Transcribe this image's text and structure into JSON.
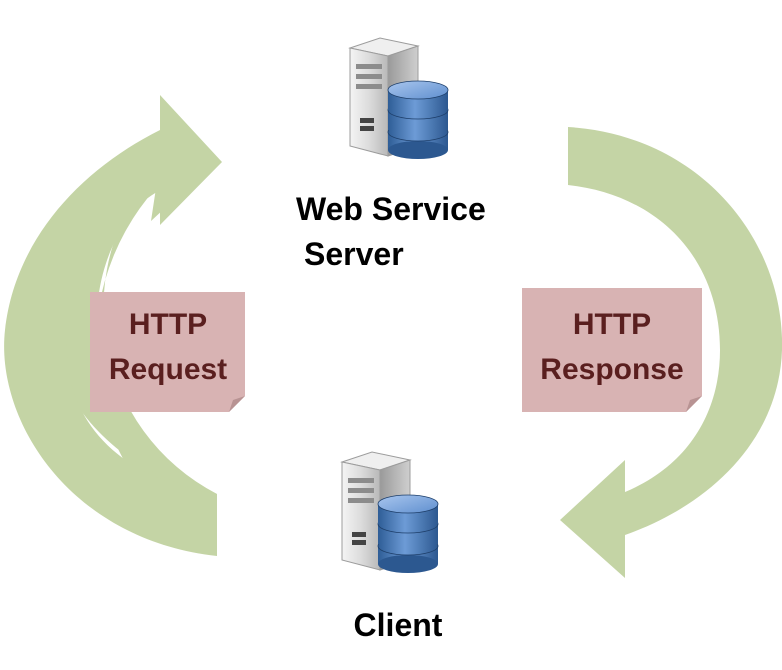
{
  "diagram": {
    "server_label": {
      "line1": "Web Service",
      "line2": "Server"
    },
    "client_label": "Client",
    "request_box": {
      "line1": "HTTP",
      "line2": "Request"
    },
    "response_box": {
      "line1": "HTTP",
      "line2": "Response"
    }
  },
  "colors": {
    "arrow": "#c4d4a5",
    "box_fill": "#d8b3b3",
    "box_text": "#5a1f1f",
    "db_blue": "#4f81bd",
    "tower_gray": "#d9d9d9"
  },
  "icons": {
    "server": "server-database-icon",
    "client": "client-database-icon"
  }
}
